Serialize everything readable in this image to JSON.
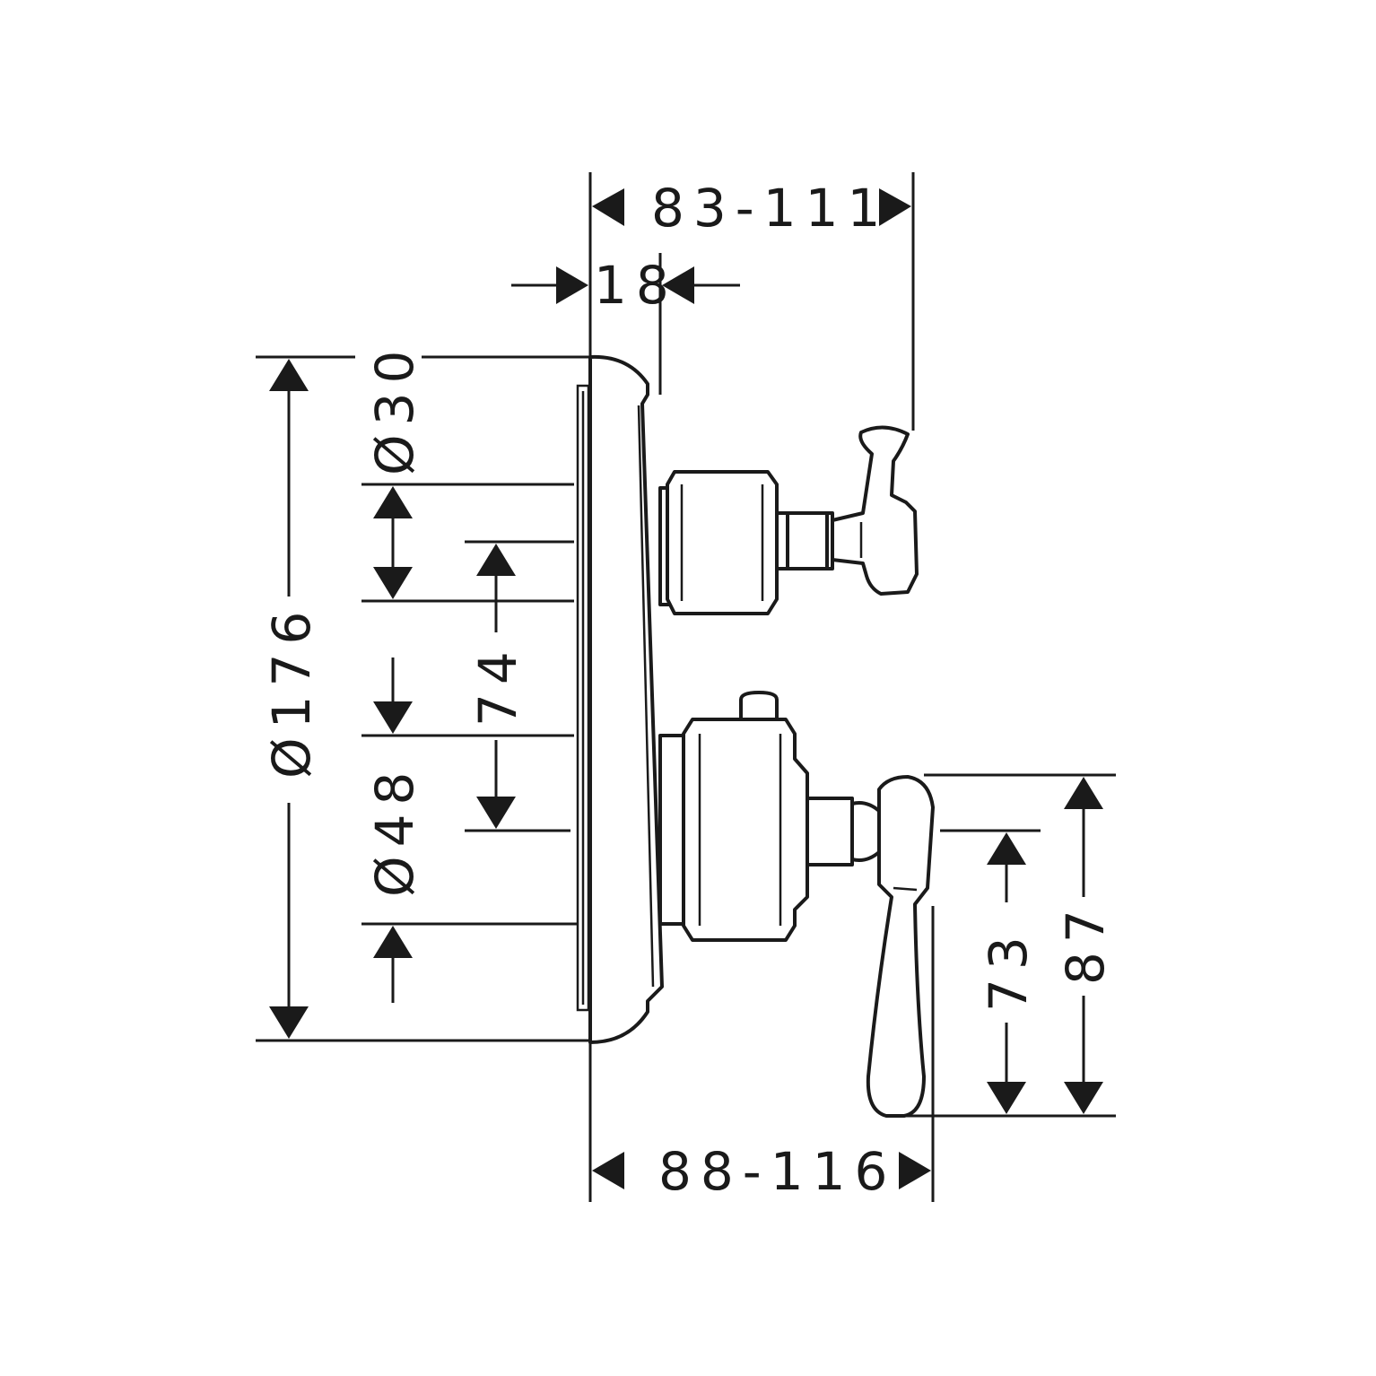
{
  "diagram": {
    "dimensions": {
      "top_width": "83-111",
      "plate_offset": "18",
      "rosette_top_diameter": "Ø30",
      "plate_diameter": "Ø176",
      "spacing": "74",
      "rosette_bottom_diameter": "Ø48",
      "lever_height_outer": "87",
      "lever_height_inner": "73",
      "bottom_width": "88-116"
    }
  }
}
